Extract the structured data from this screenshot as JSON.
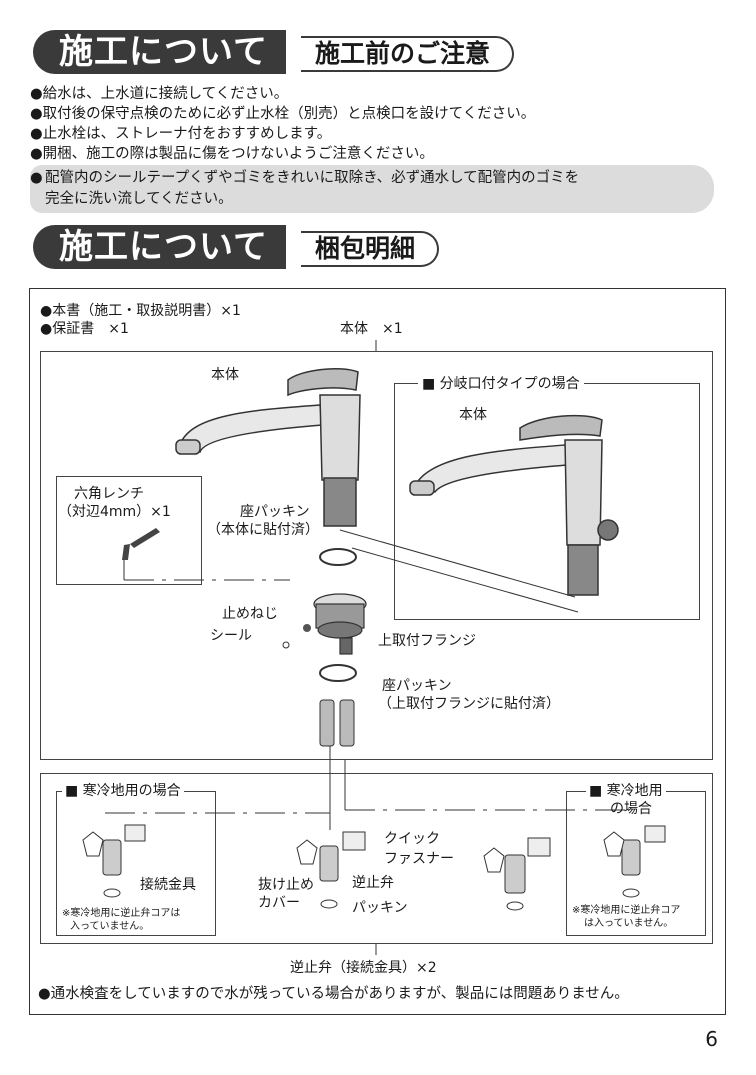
{
  "section1": {
    "title": "施工について",
    "subtitle": "施工前のご注意"
  },
  "notes": [
    "●給水は、上水道に接続してください。",
    "●取付後の保守点検のために必ず止水栓（別売）と点検口を設けてください。",
    "●止水栓は、ストレーナ付をおすすめします。",
    "●開梱、施工の際は製品に傷をつけないようご注意ください。"
  ],
  "highlight": {
    "bullet": "●",
    "line1": "配管内のシールテープくずやゴミをきれいに取除き、必ず通水して配管内のゴミを",
    "line2": "完全に洗い流してください。"
  },
  "section2": {
    "title": "施工について",
    "subtitle": "梱包明細"
  },
  "contents": {
    "manual": "●本書（施工・取扱説明書）×1",
    "warranty": "●保証書　×1",
    "body_qty": "本体　×1",
    "body": "本体",
    "branch_type": "■ 分岐口付タイプの場合",
    "branch_body": "本体",
    "hex_wrench_1": "六角レンチ",
    "hex_wrench_2": "（対辺4mm）×1",
    "seat_packing_1": "座パッキン",
    "seat_packing_1b": "（本体に貼付済）",
    "set_screw": "止めねじ",
    "seal": "シール",
    "upper_flange": "上取付フランジ",
    "seat_packing_2": "座パッキン",
    "seat_packing_2b": "（上取付フランジに貼付済）",
    "cold_left": "■ 寒冷地用の場合",
    "cold_right_1": "■ 寒冷地用",
    "cold_right_2": "の場合",
    "quick_fastener_1": "クイック",
    "quick_fastener_2": "ファスナー",
    "connector_left": "接続金具",
    "cover_1": "抜け止め",
    "cover_2": "カバー",
    "check_valve": "逆止弁",
    "packing": "パッキン",
    "note_left_1": "※寒冷地用に逆止弁コアは",
    "note_left_2": "入っていません。",
    "note_right_1": "※寒冷地用に逆止弁コア",
    "note_right_2": "は入っていません。",
    "valve_qty": "逆止弁（接続金具）×2",
    "water_note": "●通水検査をしていますので水が残っている場合がありますが、製品には問題ありません。"
  },
  "page_number": "6"
}
